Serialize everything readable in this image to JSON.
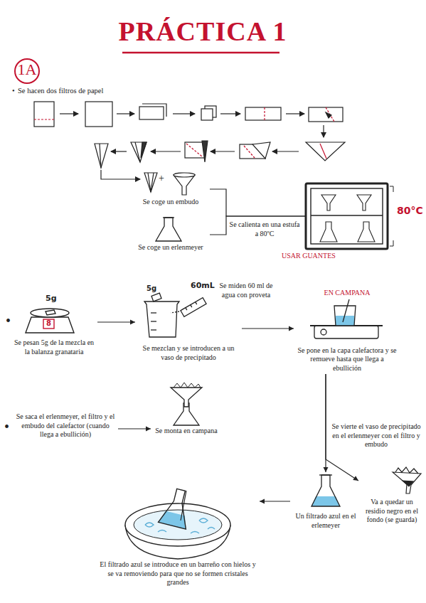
{
  "diagram": {
    "title": "PRÁCTICA 1",
    "nodes": [
      {
        "text": [
          "Se coge un embudo"
        ]
      },
      {
        "text": [
          "Se coge un erlenmeyer"
        ]
      },
      {
        "text": [
          "80°C",
          "USAR GUANTES"
        ]
      },
      {
        "text": [
          "Se pesan 5g de la mezcla en la balanza granataria"
        ]
      },
      {
        "text": [
          "Se mezclan y se introducen a un vaso de precipitado"
        ]
      },
      {
        "text": [
          "EN CAMPANA",
          "Se pone en la capa calefactora y se remueve hasta que llega a ebullición"
        ]
      },
      {
        "text": [
          "Se saca el erlenmeyer, el filtro y el embudo del calefactor (cuando llega a ebullición)"
        ]
      },
      {
        "text": [
          "Se monta en campana"
        ]
      },
      {
        "text": [
          "Un filtrado azul en el erlemeyer"
        ]
      },
      {
        "text": [
          "Va a quedar un residio negro en el fondo (se guarda)"
        ]
      },
      {
        "text": [
          "El filtrado azul se introduce en un barreño con hielos y se va removiendo para que no se formen cristales grandes"
        ]
      }
    ],
    "edges": [
      {
        "from": 0,
        "to": 2,
        "arrow": "none",
        "label": "Se calienta en una estufa a 80ºC"
      },
      {
        "from": 1,
        "to": 2,
        "arrow": "none"
      },
      {
        "from": 3,
        "to": 4,
        "arrow": "to"
      },
      {
        "from": 4,
        "to": 5,
        "arrow": "to"
      },
      {
        "from": 6,
        "to": 7,
        "arrow": "to"
      },
      {
        "from": 5,
        "to": 8,
        "arrow": "to",
        "label": "Se vierte el vaso de precipitado en el erlenmeyer con el filtro y embudo"
      },
      {
        "from": 5,
        "to": 9,
        "arrow": "to"
      },
      {
        "from": 8,
        "to": 10,
        "arrow": "to"
      }
    ],
    "labels": [
      "1A",
      "•",
      "Se hacen dos filtros de papel",
      "+",
      "5g",
      "8",
      "•",
      "5g",
      "60mL",
      "Se miden 60 ml de agua con proveta",
      "•"
    ]
  }
}
